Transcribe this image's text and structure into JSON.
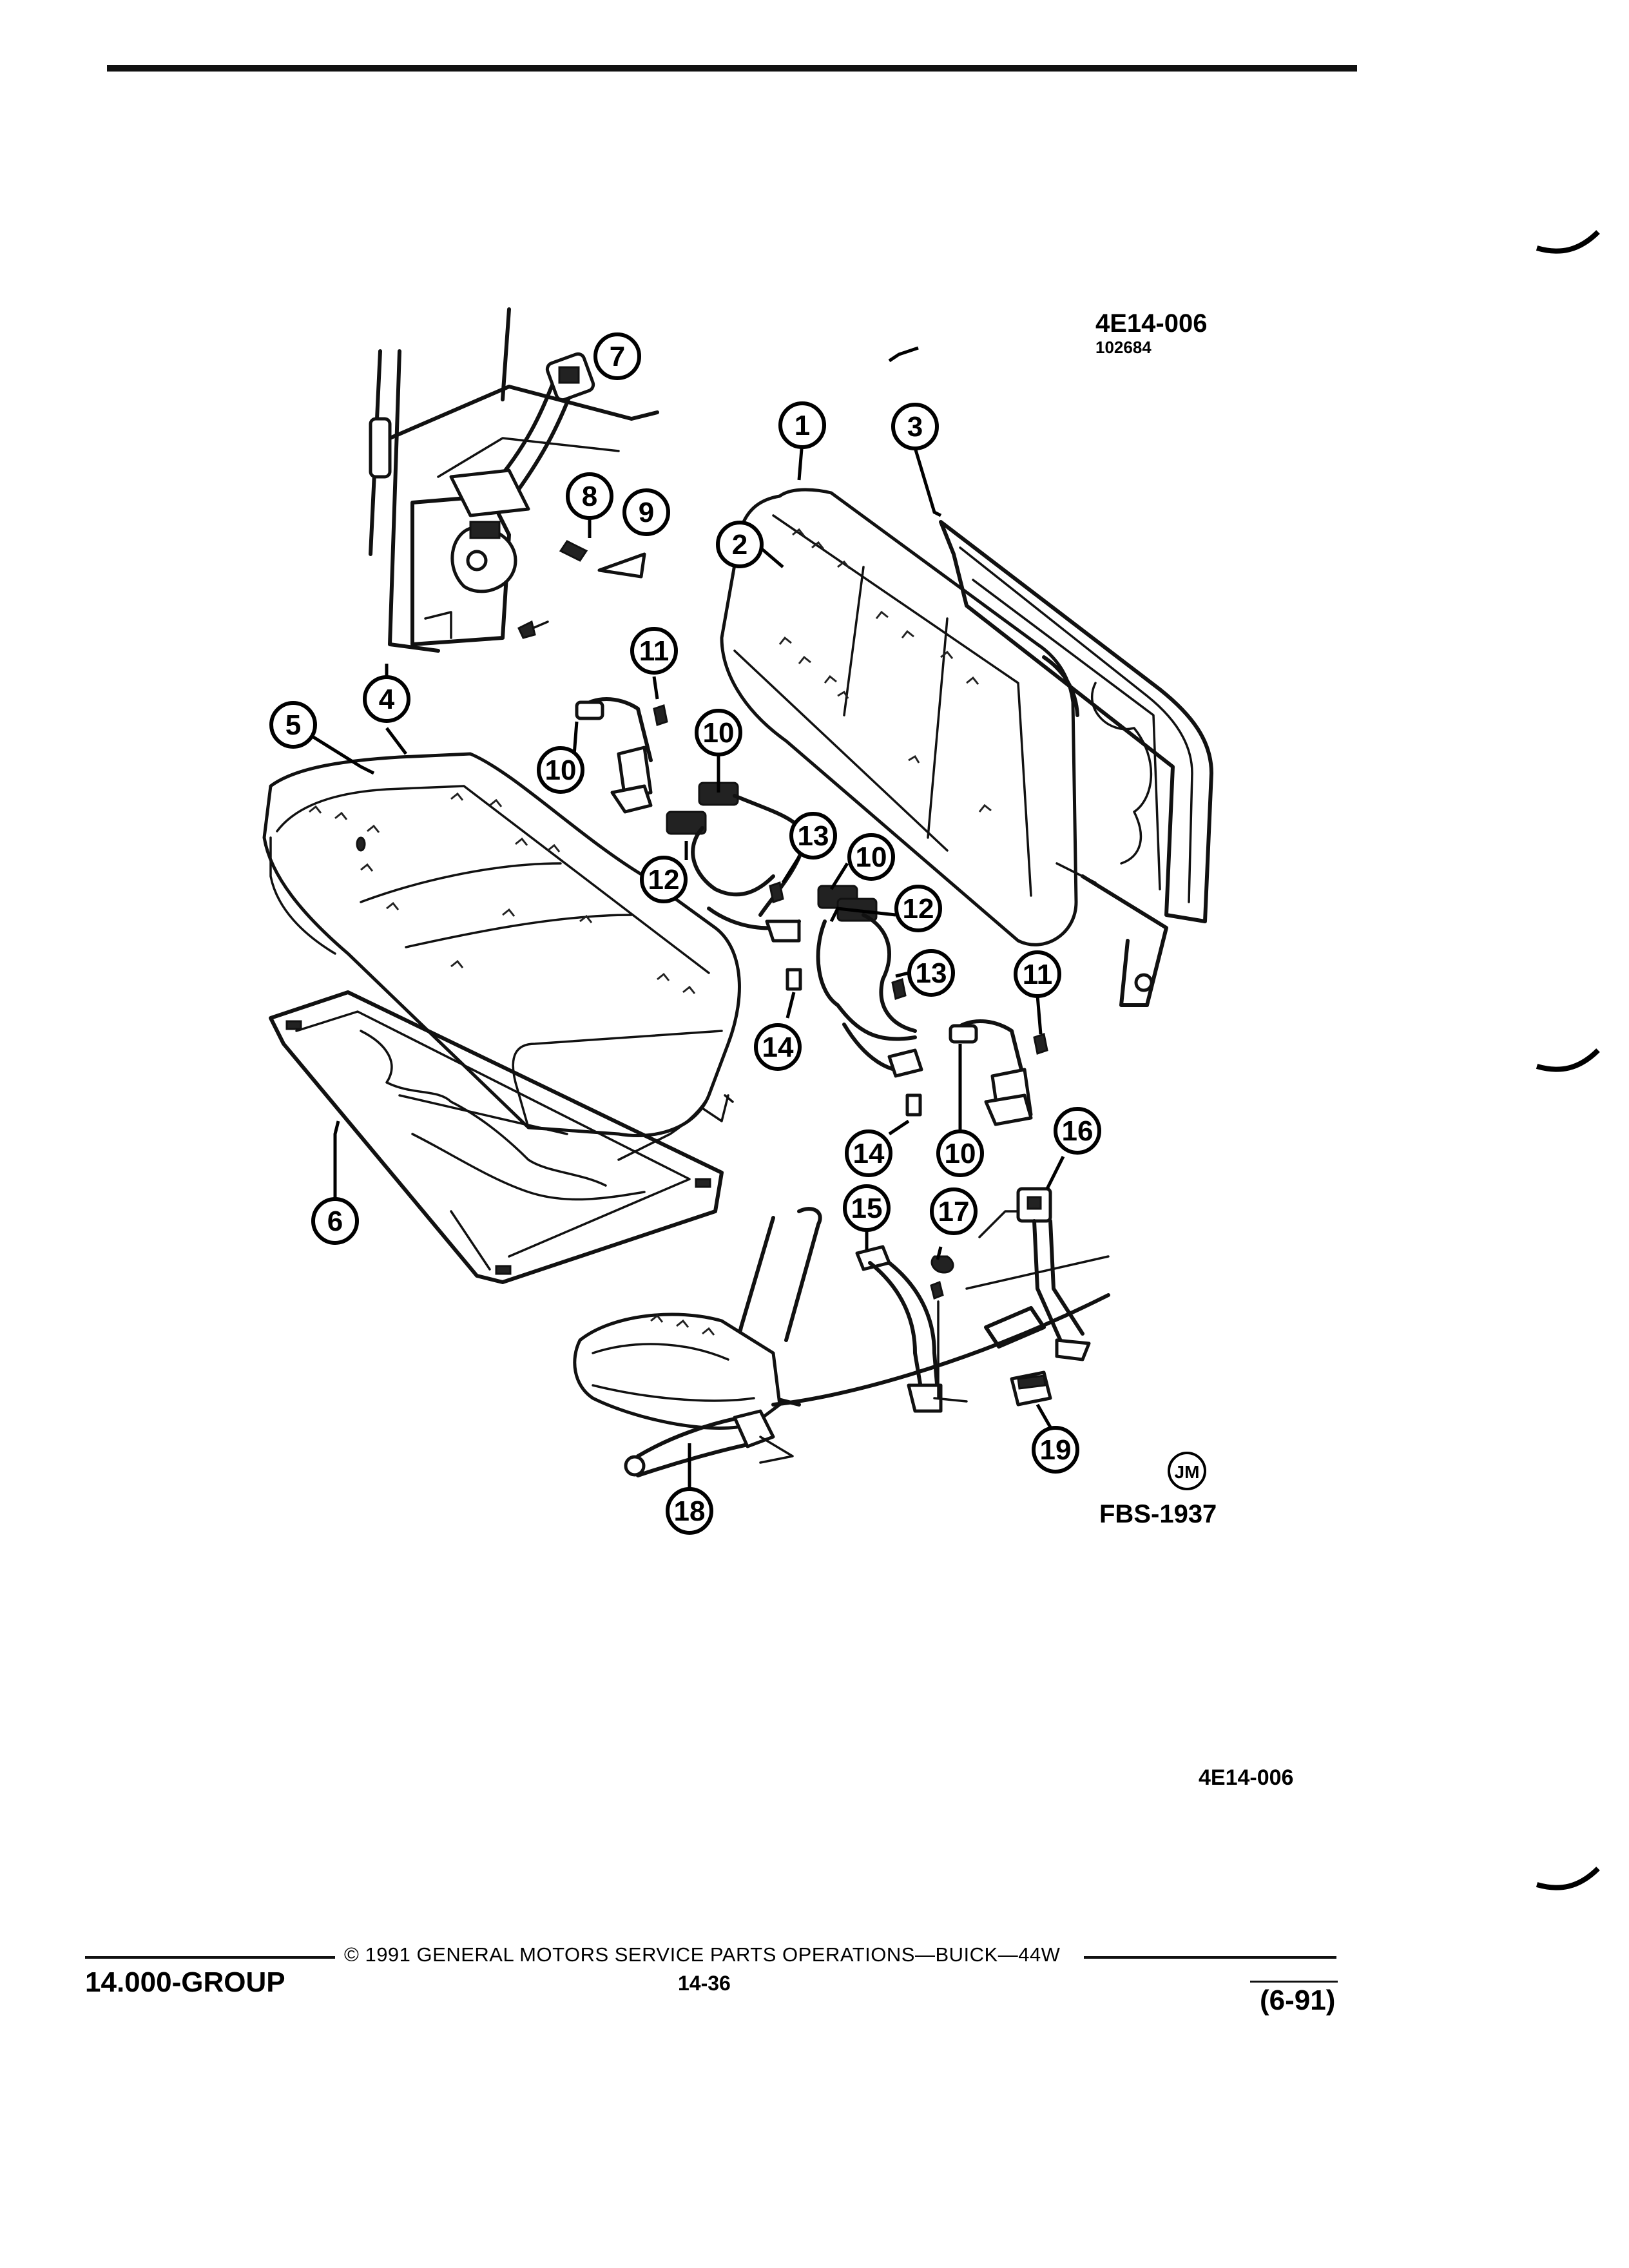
{
  "header": {
    "diagram_code": "4E14-006",
    "diagram_subcode": "102684"
  },
  "figure_id": "FBS-1937",
  "artist_mark": "JM",
  "bottom_code": "4E14-006",
  "callouts": [
    "1",
    "2",
    "3",
    "4",
    "5",
    "6",
    "7",
    "8",
    "9",
    "10",
    "10",
    "10",
    "10",
    "11",
    "11",
    "12",
    "12",
    "13",
    "13",
    "14",
    "14",
    "15",
    "16",
    "17",
    "18",
    "19"
  ],
  "footer": {
    "group": "14.000-GROUP",
    "copyright": "© 1991 GENERAL MOTORS SERVICE PARTS OPERATIONS—BUICK—44W",
    "page": "14-36",
    "date": "(6-91)"
  }
}
